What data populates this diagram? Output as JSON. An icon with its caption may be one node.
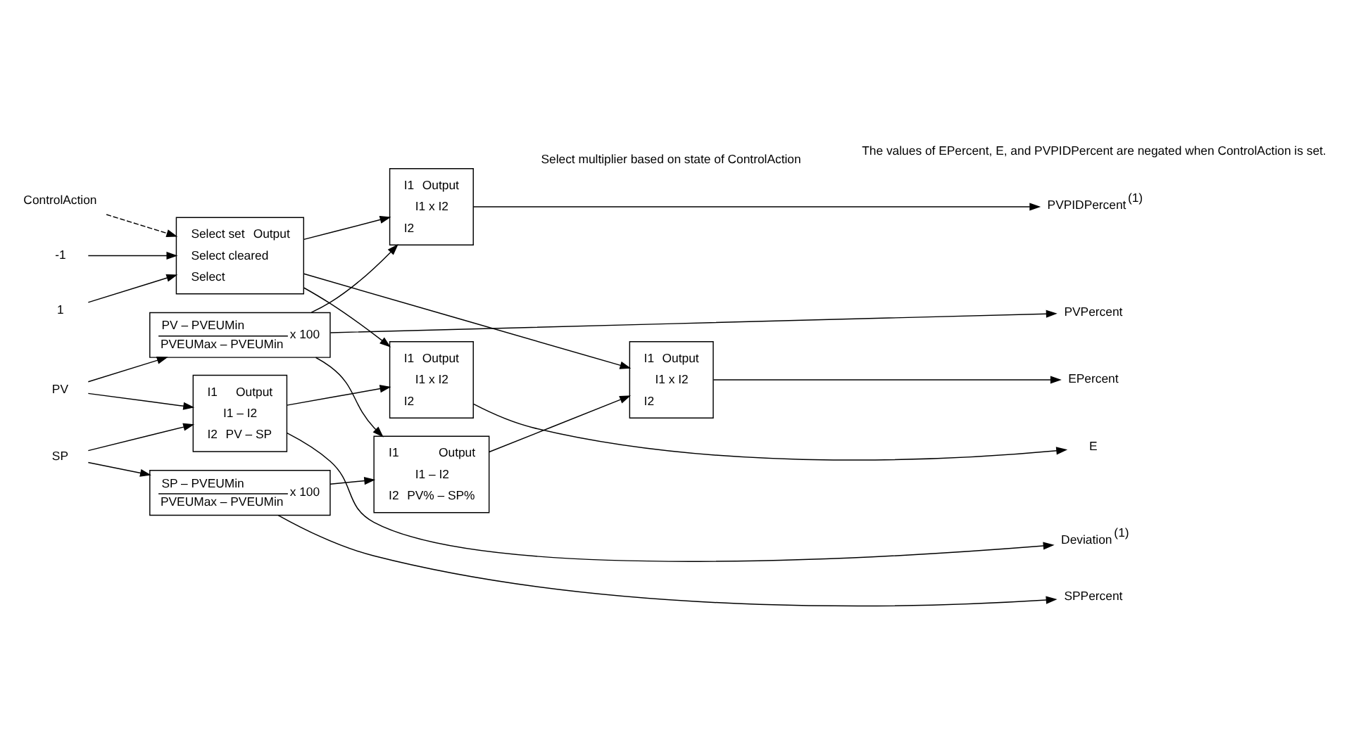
{
  "diagram": {
    "nodes": [
      {
        "text": [
          "PV"
        ]
      },
      {
        "text": [
          "SP"
        ]
      },
      {
        "text": [
          "-1"
        ]
      },
      {
        "text": [
          "1"
        ]
      },
      {
        "text": [
          "ControlAction"
        ]
      },
      {
        "text": [
          "PV – PVEUMin",
          "PVEUMax – PVEUMin",
          "x 100"
        ]
      },
      {
        "text": [
          "SP – PVEUMin",
          "PVEUMax – PVEUMin",
          "x 100"
        ]
      },
      {
        "text": [
          "I1",
          "Output",
          "I1 – I2",
          "I2",
          "PV – SP"
        ]
      },
      {
        "text": [
          "I1",
          "Output",
          "I1 – I2",
          "I2",
          "PV% – SP%"
        ]
      },
      {
        "text": [
          "Select set",
          "Output",
          "Select cleared",
          "Select"
        ]
      },
      {
        "text": [
          "I1",
          "Output",
          "I1 x I2",
          "I2"
        ]
      },
      {
        "text": [
          "I1",
          "Output",
          "I1 x I2",
          "I2"
        ]
      },
      {
        "text": [
          "I1",
          "Output",
          "I1 x I2",
          "I2"
        ]
      },
      {
        "text": [
          "PVPercent"
        ]
      },
      {
        "text": [
          "EPercent"
        ]
      },
      {
        "text": [
          "SPPercent"
        ]
      },
      {
        "text": [
          "PVPIDPercent$^{(1)}$"
        ]
      },
      {
        "text": [
          "E"
        ]
      },
      {
        "text": [
          "Deviation$^{(1)}$"
        ]
      }
    ],
    "edges": [
      {
        "from": 0,
        "to": 5,
        "arrow": "to"
      },
      {
        "from": 0,
        "to": 7,
        "arrow": "to"
      },
      {
        "from": 1,
        "to": 6,
        "arrow": "to"
      },
      {
        "from": 1,
        "to": 7,
        "arrow": "to"
      },
      {
        "from": 2,
        "to": 9,
        "arrow": "to"
      },
      {
        "from": 3,
        "to": 9,
        "arrow": "to"
      },
      {
        "from": 4,
        "to": 9,
        "arrow": "to",
        "style": "dashed"
      },
      {
        "from": 5,
        "to": 8,
        "arrow": "to"
      },
      {
        "from": 5,
        "to": 13,
        "arrow": "to"
      },
      {
        "from": 5,
        "to": 11,
        "arrow": "to"
      },
      {
        "from": 6,
        "to": 8,
        "arrow": "to"
      },
      {
        "from": 6,
        "to": 15,
        "arrow": "to"
      },
      {
        "from": 8,
        "to": 10,
        "arrow": "to"
      },
      {
        "from": 9,
        "to": 10,
        "arrow": "to"
      },
      {
        "from": 9,
        "to": 11,
        "arrow": "to"
      },
      {
        "from": 9,
        "to": 12,
        "arrow": "to"
      },
      {
        "from": 7,
        "to": 12,
        "arrow": "to"
      },
      {
        "from": 7,
        "to": 18,
        "arrow": "to"
      },
      {
        "from": 10,
        "to": 14,
        "arrow": "to"
      },
      {
        "from": 11,
        "to": 16,
        "arrow": "to"
      },
      {
        "from": 12,
        "to": 17,
        "arrow": "to"
      }
    ],
    "labels": [
      "Select multiplier based on state of ControlAction",
      "The values of EPercent, E, and PVPIDPercent are negated when ControlAction is set."
    ]
  }
}
